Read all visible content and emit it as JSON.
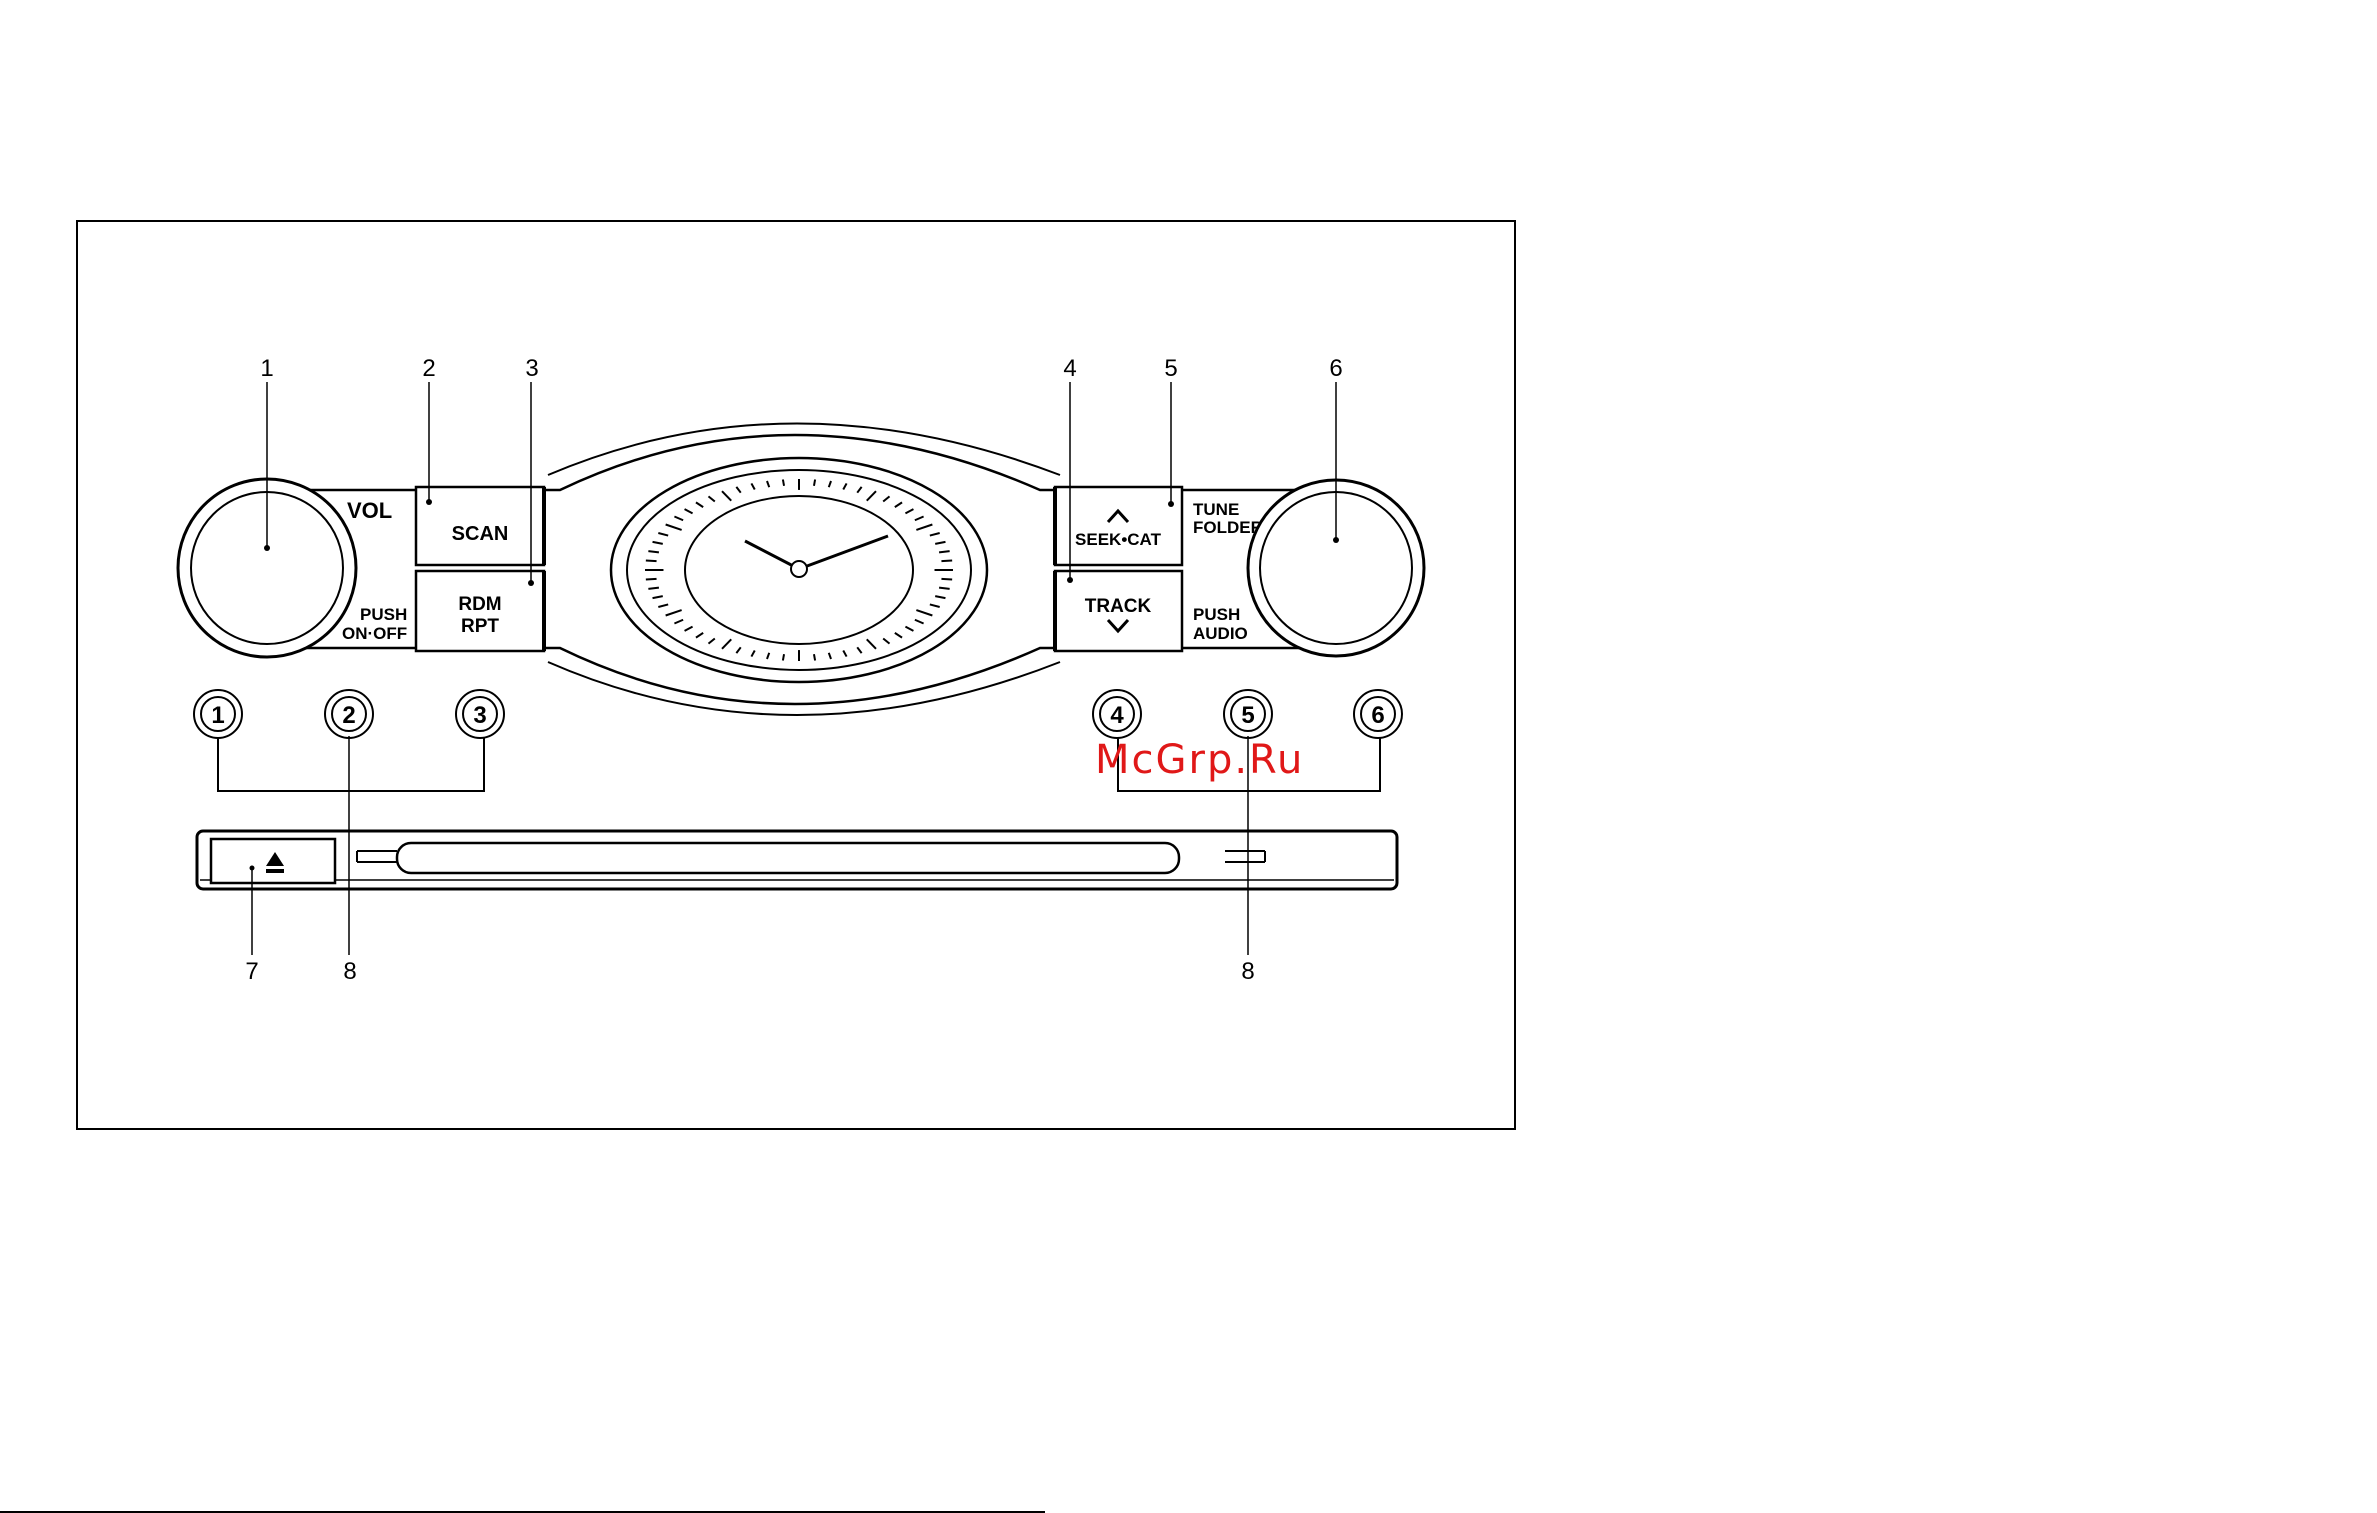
{
  "callouts": {
    "c1": "1",
    "c2": "2",
    "c3": "3",
    "c4": "4",
    "c5": "5",
    "c6": "6",
    "c7": "7",
    "c8a": "8",
    "c8b": "8"
  },
  "left_panel": {
    "vol_label": "VOL",
    "push_label": "PUSH",
    "onoff_label": "ON·OFF",
    "scan_label": "SCAN",
    "rdm_label": "RDM",
    "rpt_label": "RPT"
  },
  "right_panel": {
    "seek_cat_label": "SEEK•CAT",
    "track_label": "TRACK",
    "tune_label": "TUNE",
    "folder_label": "FOLDER",
    "push_label": "PUSH",
    "audio_label": "AUDIO"
  },
  "presets": [
    "1",
    "2",
    "3",
    "4",
    "5",
    "6"
  ],
  "watermark": "McGrp.Ru",
  "icons": {
    "eject": "eject-icon",
    "seek_up": "chevron-up-icon",
    "track_down": "chevron-down-icon",
    "clock": "analog-clock-icon"
  }
}
